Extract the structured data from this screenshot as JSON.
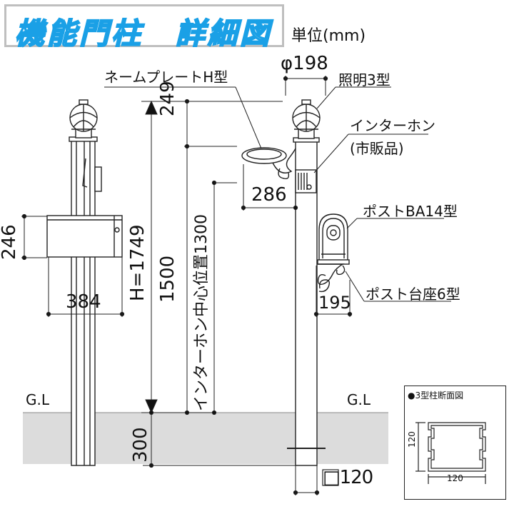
{
  "title": "機能門柱　詳細図",
  "unit_label": "単位(mm)",
  "labels": {
    "nameplate": "ネームプレートH型",
    "lighting": "照明3型",
    "intercom": "インターホン",
    "intercom_note": "(市販品)",
    "post": "ポストBA14型",
    "post_base": "ポスト台座6型",
    "gl_left": "G.L",
    "gl_right": "G.L",
    "section_title": "●3型柱断面図"
  },
  "dimensions": {
    "lamp_width": "φ198",
    "top_249": "249",
    "nameplate_286": "286",
    "height": "H=1749",
    "height_1500": "1500",
    "intercom_center": "インターホン中心位置1300",
    "width_246": "246",
    "width_384": "384",
    "post_base_195": "195",
    "embed_300": "300",
    "pillar_120": "□120",
    "section_w": "120",
    "section_h": "120"
  },
  "colors": {
    "title_outline": "#1aa0e6",
    "ground": "#dcdcdc",
    "line": "#222222"
  }
}
